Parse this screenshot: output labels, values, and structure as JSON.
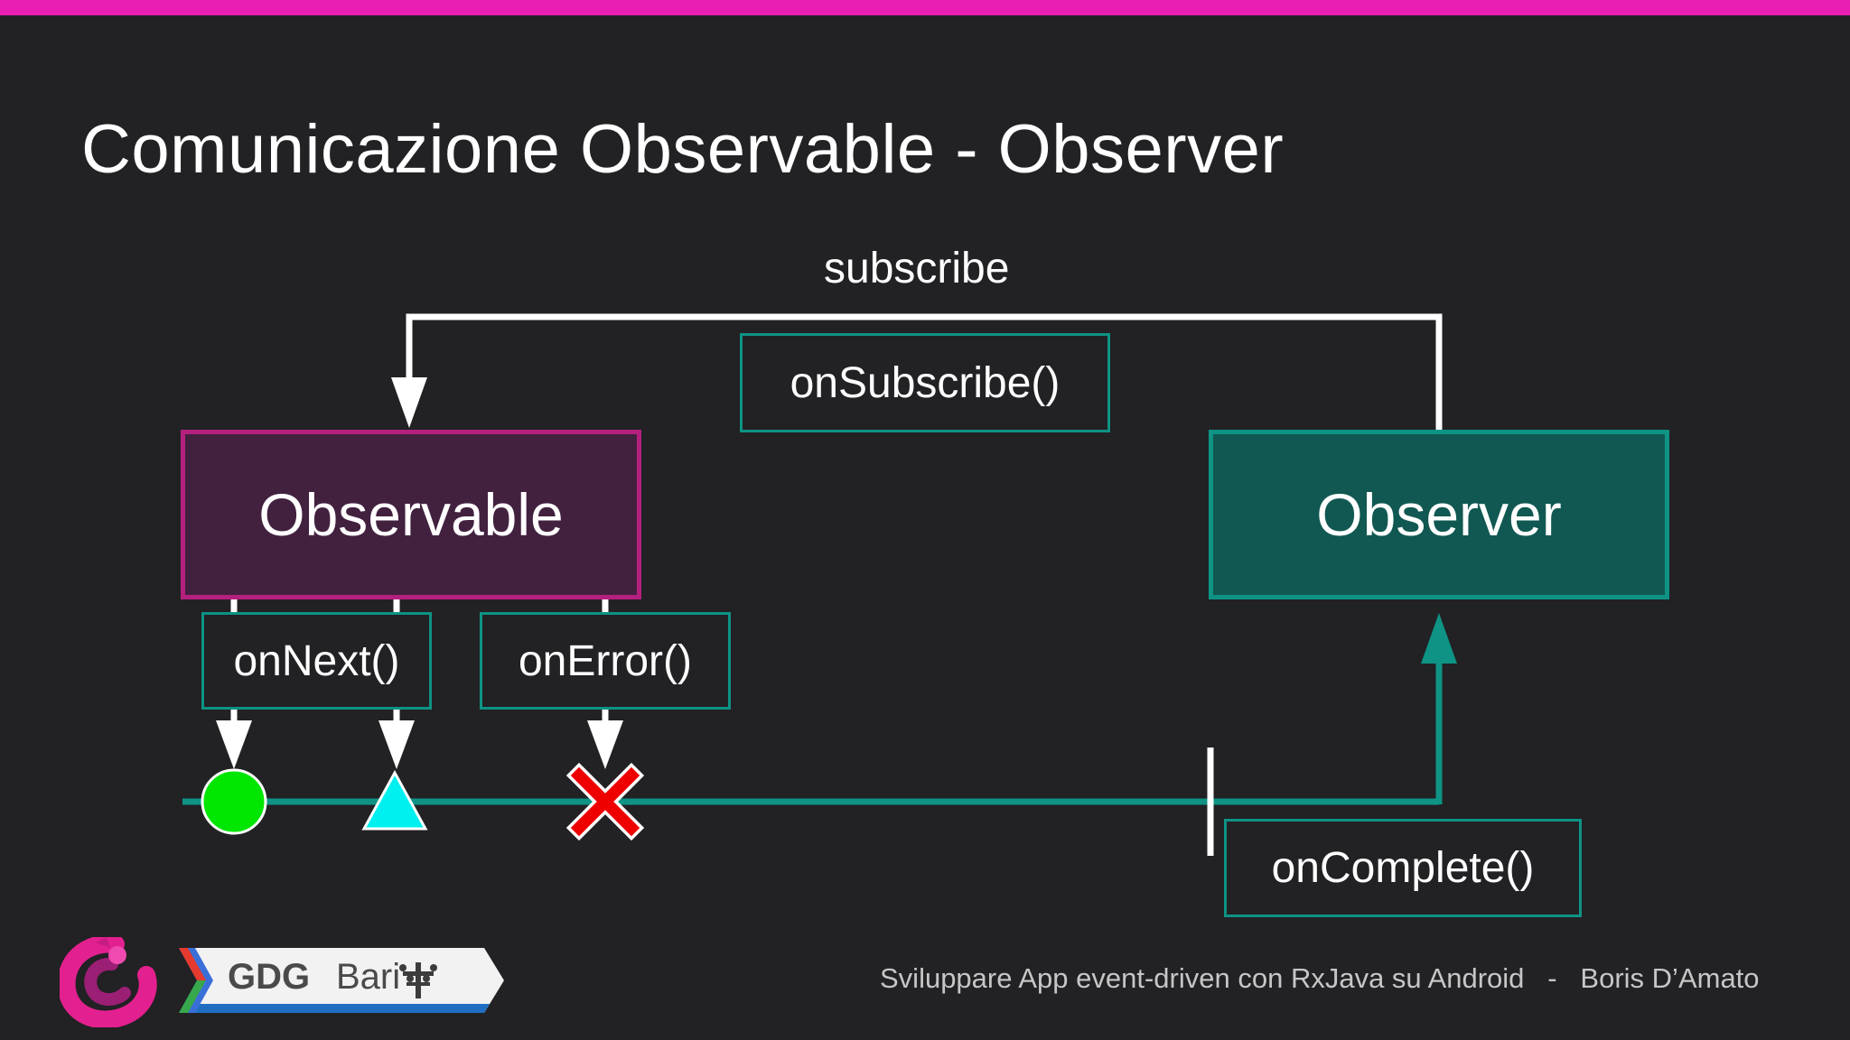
{
  "slide": {
    "title": "Comunicazione Observable - Observer",
    "footer": "Sviluppare App event-driven con RxJava su Android   -   Boris D’Amato"
  },
  "diagram": {
    "subscribe_label": "subscribe",
    "observable_label": "Observable",
    "observer_label": "Observer",
    "methods": {
      "on_subscribe": "onSubscribe()",
      "on_next": "onNext()",
      "on_error": "onError()",
      "on_complete": "onComplete()"
    },
    "events": [
      "green-circle",
      "cyan-triangle",
      "red-x-error",
      "completion-bar"
    ]
  },
  "branding": {
    "rx_logo": "reactivex-logo",
    "gdg_word": "GDG",
    "gdg_city": "Bari"
  },
  "colors": {
    "accent_magenta": "#e91fb4",
    "observable_fill": "#42213f",
    "observable_border": "#b5207f",
    "observer_fill": "#115852",
    "teal": "#0e9384",
    "background": "#222124"
  }
}
